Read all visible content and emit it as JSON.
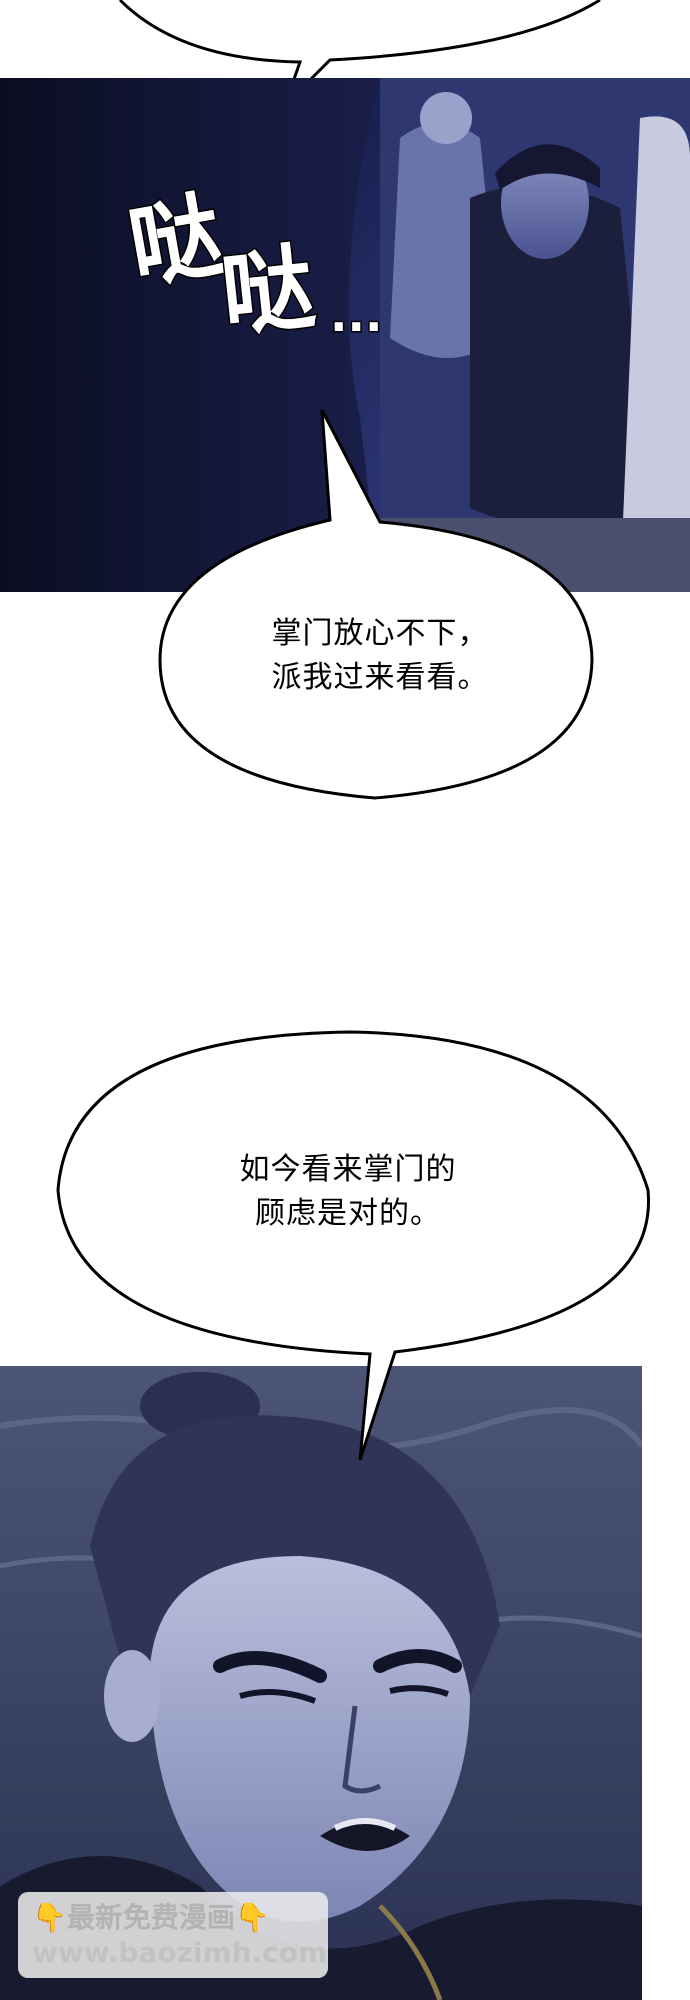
{
  "panels": {
    "top": {
      "sound_effect": {
        "char1": "哒",
        "char2": "哒",
        "dots": "..."
      }
    }
  },
  "bubbles": [
    {
      "text": "掌门放心不下，\n派我过来看看。"
    },
    {
      "text": "如今看来掌门的\n顾虑是对的。"
    }
  ],
  "watermark": {
    "line1": "最新免费漫画",
    "hand_icon": "👇",
    "line2": "www.baozimh.com"
  }
}
